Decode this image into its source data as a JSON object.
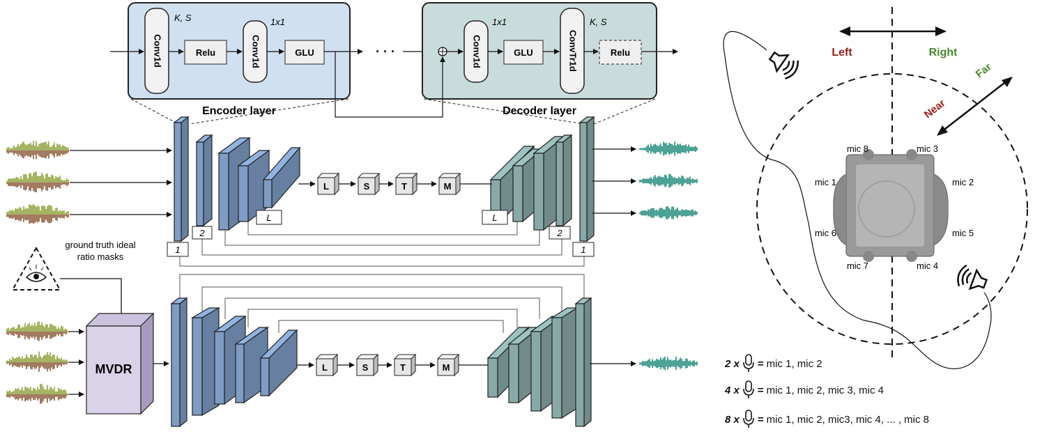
{
  "encoder": {
    "title": "Encoder layer",
    "conv_label": "Conv1d",
    "relu_label": "Relu",
    "conv2_label": "Conv1d",
    "glu_label": "GLU",
    "ks_label": "K, S",
    "one_label": "1x1"
  },
  "decoder": {
    "title": "Decoder layer",
    "conv_label": "Conv1d",
    "glu_label": "GLU",
    "convtr_label": "ConvTr1d",
    "relu_label": "Relu",
    "one_label": "1x1",
    "ks_label": "K, S"
  },
  "ellipsis": "· · ·",
  "lstm_letters": [
    "L",
    "S",
    "T",
    "M"
  ],
  "layer_tags": {
    "first": "1",
    "second": "2",
    "last": "L"
  },
  "gt_label_line1": "ground truth ideal",
  "gt_label_line2": "ratio masks",
  "mvdr_label": "MVDR",
  "directions": {
    "left": "Left",
    "right": "Right",
    "near": "Near",
    "far": "Far"
  },
  "mics": [
    "mic 8",
    "mic 3",
    "mic 1",
    "mic 2",
    "mic 6",
    "mic 5",
    "mic 7",
    "mic 4"
  ],
  "legend": [
    {
      "count": "2 x",
      "text": "mic 1, mic 2"
    },
    {
      "count": "4 x",
      "text": "mic 1, mic 2, mic 3, mic 4"
    },
    {
      "count": "8 x",
      "text": "mic 1, mic 2, mic3, mic 4, ... , mic 8"
    }
  ],
  "colors": {
    "encoder_block": "#7e9cc4",
    "decoder_block": "#88a9a8",
    "encoder_panel": "#cfe0f1",
    "decoder_panel": "#c9dcdc",
    "mvdr": "#d9d2e9",
    "left_text": "#9b1c1c",
    "right_text": "#4a8a2a",
    "waveform_in": "#7a8a3a",
    "waveform_out": "#1f8a7a"
  }
}
